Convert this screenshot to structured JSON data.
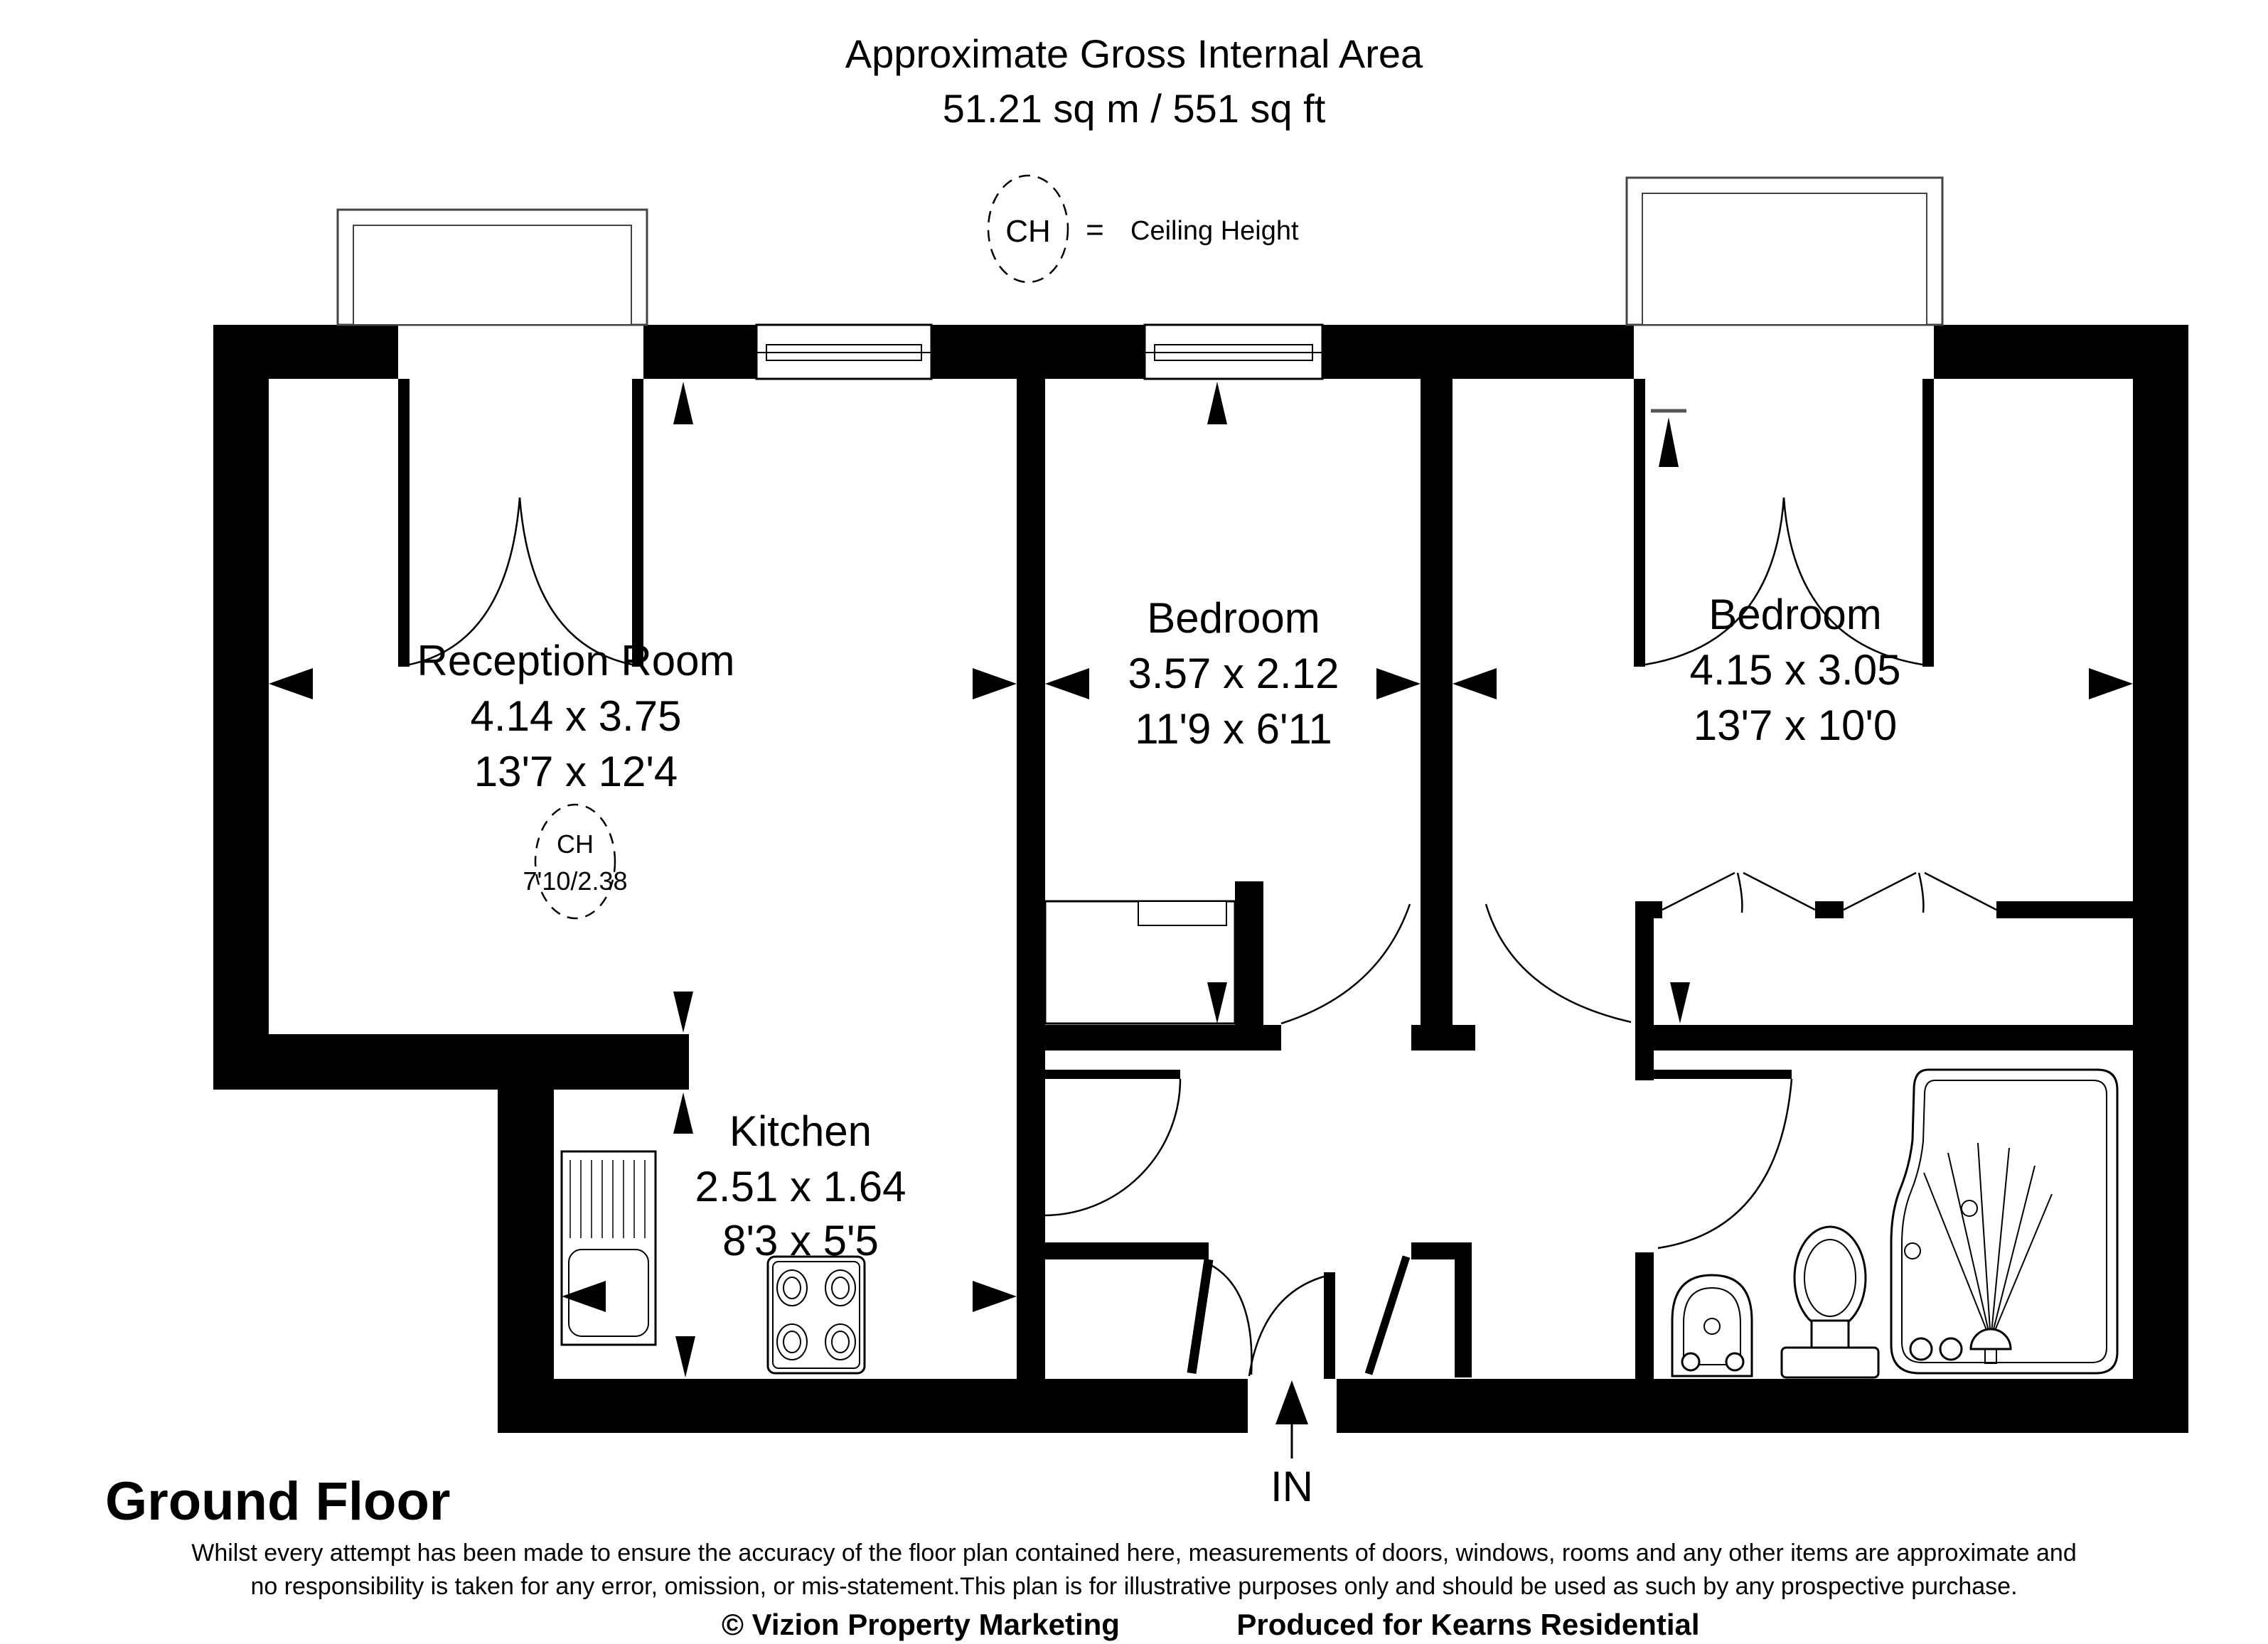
{
  "title": {
    "line1": "Approximate Gross Internal Area",
    "line2": "51.21 sq m / 551 sq ft"
  },
  "legend": {
    "symbol": "CH",
    "separator": "=",
    "label": "Ceiling Height"
  },
  "rooms": {
    "reception": {
      "name": "Reception Room",
      "metric": "4.14 x 3.75",
      "imperial": "13'7 x 12'4",
      "ceiling": {
        "symbol": "CH",
        "value": "7'10/2.38"
      }
    },
    "bedroom1": {
      "name": "Bedroom",
      "metric": "3.57 x 2.12",
      "imperial": "11'9 x 6'11"
    },
    "bedroom2": {
      "name": "Bedroom",
      "metric": "4.15 x 3.05",
      "imperial": "13'7 x 10'0"
    },
    "kitchen": {
      "name": "Kitchen",
      "metric": "2.51 x 1.64",
      "imperial": "8'3 x 5'5"
    }
  },
  "entrance": {
    "label": "IN"
  },
  "floor": {
    "label": "Ground Floor"
  },
  "disclaimer": {
    "line1": "Whilst every attempt has been made to ensure the accuracy of the floor plan contained here, measurements of doors, windows, rooms and any other items are approximate and",
    "line2": "no responsibility is taken for any error, omission, or mis-statement.This plan is for illustrative purposes only and should be used as such by any prospective purchase."
  },
  "footer": {
    "copyright": "© Vizion Property Marketing",
    "produced": "Produced for Kearns Residential"
  },
  "colors": {
    "wall": "#000000",
    "background": "#ffffff"
  }
}
